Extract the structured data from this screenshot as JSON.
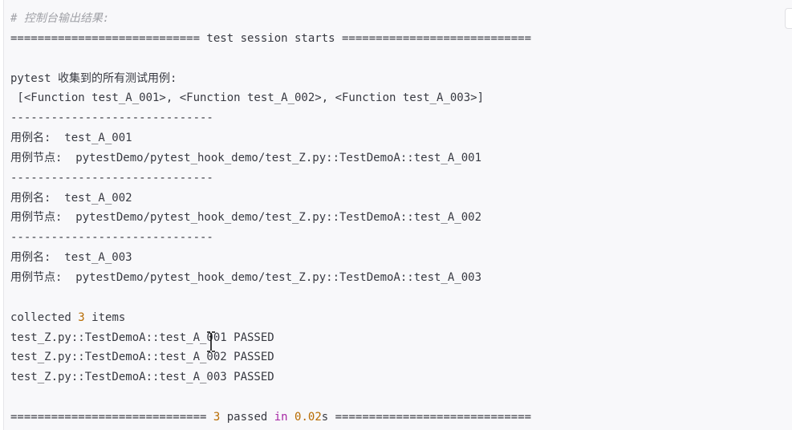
{
  "console": {
    "comment": "# 控制台输出结果:",
    "session_start": "============================ test session starts ============================",
    "collected_header": "pytest 收集到的所有测试用例:",
    "collected_list": " [<Function test_A_001>, <Function test_A_002>, <Function test_A_003>]",
    "separator": "------------------------------",
    "cases": [
      {
        "name_line": "用例名:  test_A_001",
        "node_line": "用例节点:  pytestDemo/pytest_hook_demo/test_Z.py::TestDemoA::test_A_001"
      },
      {
        "name_line": "用例名:  test_A_002",
        "node_line": "用例节点:  pytestDemo/pytest_hook_demo/test_Z.py::TestDemoA::test_A_002"
      },
      {
        "name_line": "用例名:  test_A_003",
        "node_line": "用例节点:  pytestDemo/pytest_hook_demo/test_Z.py::TestDemoA::test_A_003"
      }
    ],
    "collected": {
      "prefix": "collected ",
      "count": "3",
      "suffix": " items"
    },
    "results": [
      "test_Z.py::TestDemoA::test_A_001 PASSED",
      "test_Z.py::TestDemoA::test_A_002 PASSED",
      "test_Z.py::TestDemoA::test_A_003 PASSED"
    ],
    "summary": {
      "rule_left": "============================= ",
      "count": "3",
      "passed_word": " passed ",
      "in_word": "in",
      "space": " ",
      "duration": "0.02",
      "unit_and_rule": "s ============================="
    }
  },
  "colors": {
    "comment": "#a0a1a7",
    "number": "#b76b01",
    "keyword": "#a626a4",
    "text": "#383a42",
    "background": "#f8f8fa"
  }
}
